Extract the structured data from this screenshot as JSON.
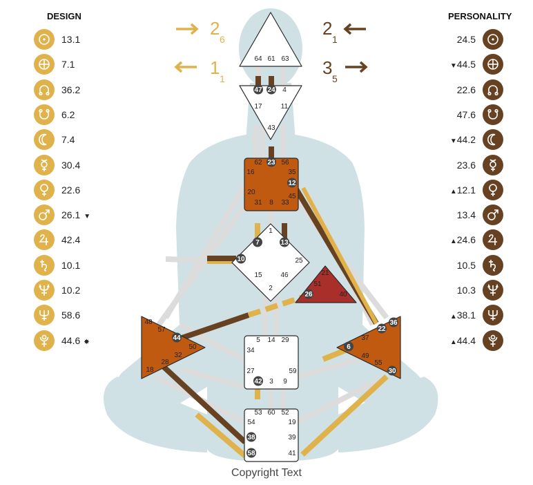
{
  "design": {
    "title": "DESIGN",
    "color": "#e0b24c",
    "arrows": [
      {
        "direction": "right",
        "main": "2",
        "sub": "6"
      },
      {
        "direction": "left",
        "main": "1",
        "sub": "1"
      }
    ],
    "planets": [
      {
        "icon": "sun-icon",
        "value": "13.1",
        "mark": ""
      },
      {
        "icon": "earth-icon",
        "value": "7.1",
        "mark": ""
      },
      {
        "icon": "north-node-icon",
        "value": "36.2",
        "mark": ""
      },
      {
        "icon": "south-node-icon",
        "value": "6.2",
        "mark": ""
      },
      {
        "icon": "moon-icon",
        "value": "7.4",
        "mark": ""
      },
      {
        "icon": "mercury-icon",
        "value": "30.4",
        "mark": ""
      },
      {
        "icon": "venus-icon",
        "value": "22.6",
        "mark": ""
      },
      {
        "icon": "mars-icon",
        "value": "26.1",
        "mark": "▼"
      },
      {
        "icon": "jupiter-icon",
        "value": "42.4",
        "mark": ""
      },
      {
        "icon": "saturn-icon",
        "value": "10.1",
        "mark": ""
      },
      {
        "icon": "neptune-icon",
        "value": "10.2",
        "mark": ""
      },
      {
        "icon": "uranus-icon",
        "value": "58.6",
        "mark": ""
      },
      {
        "icon": "pluto-icon",
        "value": "44.6",
        "mark": "✸"
      }
    ]
  },
  "personality": {
    "title": "PERSONALITY",
    "color": "#674222",
    "arrows": [
      {
        "direction": "left",
        "main": "2",
        "sub": "1"
      },
      {
        "direction": "right",
        "main": "3",
        "sub": "5"
      }
    ],
    "planets": [
      {
        "icon": "sun-icon",
        "value": "24.5",
        "mark": ""
      },
      {
        "icon": "earth-icon",
        "value": "44.5",
        "mark": "▼"
      },
      {
        "icon": "north-node-icon",
        "value": "22.6",
        "mark": ""
      },
      {
        "icon": "south-node-icon",
        "value": "47.6",
        "mark": ""
      },
      {
        "icon": "moon-icon",
        "value": "44.2",
        "mark": "▼"
      },
      {
        "icon": "mercury-icon",
        "value": "23.6",
        "mark": ""
      },
      {
        "icon": "venus-icon",
        "value": "12.1",
        "mark": "▲"
      },
      {
        "icon": "mars-icon",
        "value": "13.4",
        "mark": ""
      },
      {
        "icon": "jupiter-icon",
        "value": "24.6",
        "mark": "▲"
      },
      {
        "icon": "saturn-icon",
        "value": "10.5",
        "mark": ""
      },
      {
        "icon": "neptune-icon",
        "value": "10.3",
        "mark": ""
      },
      {
        "icon": "uranus-icon",
        "value": "38.1",
        "mark": "▲"
      },
      {
        "icon": "pluto-icon",
        "value": "44.4",
        "mark": "▲"
      }
    ]
  },
  "centers": [
    {
      "id": "head",
      "shape": "triangle-up",
      "defined": false,
      "gates": [
        "64",
        "61",
        "63"
      ]
    },
    {
      "id": "ajna",
      "shape": "triangle-down",
      "defined": false,
      "gates": [
        "47",
        "24",
        "4",
        "17",
        "11",
        "43"
      ]
    },
    {
      "id": "throat",
      "shape": "square",
      "defined": true,
      "gates": [
        "62",
        "23",
        "56",
        "16",
        "35",
        "12",
        "20",
        "45",
        "31",
        "8",
        "33"
      ]
    },
    {
      "id": "g",
      "shape": "diamond",
      "defined": false,
      "gates": [
        "1",
        "7",
        "13",
        "10",
        "25",
        "15",
        "46",
        "2"
      ]
    },
    {
      "id": "ego",
      "shape": "triangle",
      "defined": true,
      "gates": [
        "21",
        "51",
        "26",
        "40"
      ]
    },
    {
      "id": "spleen",
      "shape": "triangle-right",
      "defined": true,
      "gates": [
        "48",
        "57",
        "44",
        "50",
        "32",
        "28",
        "18"
      ]
    },
    {
      "id": "sacral",
      "shape": "square",
      "defined": false,
      "gates": [
        "5",
        "14",
        "29",
        "34",
        "27",
        "59",
        "42",
        "3",
        "9"
      ]
    },
    {
      "id": "solar-plexus",
      "shape": "triangle-left",
      "defined": true,
      "gates": [
        "36",
        "22",
        "37",
        "6",
        "49",
        "55",
        "30"
      ]
    },
    {
      "id": "root",
      "shape": "square",
      "defined": false,
      "gates": [
        "53",
        "60",
        "52",
        "54",
        "19",
        "38",
        "39",
        "58",
        "41"
      ]
    }
  ],
  "activated_gates": [
    "47",
    "24",
    "23",
    "12",
    "7",
    "13",
    "10",
    "26",
    "44",
    "22",
    "36",
    "6",
    "30",
    "42",
    "38",
    "58"
  ],
  "colors": {
    "body": "#cfe1e5",
    "channel": "#dcdcdc",
    "design": "#e0b24c",
    "personality": "#674222",
    "motor_orange": "#c05a10",
    "ego_red": "#a9302a",
    "gate_badge": "#444444"
  },
  "copyright": "Copyright Text"
}
